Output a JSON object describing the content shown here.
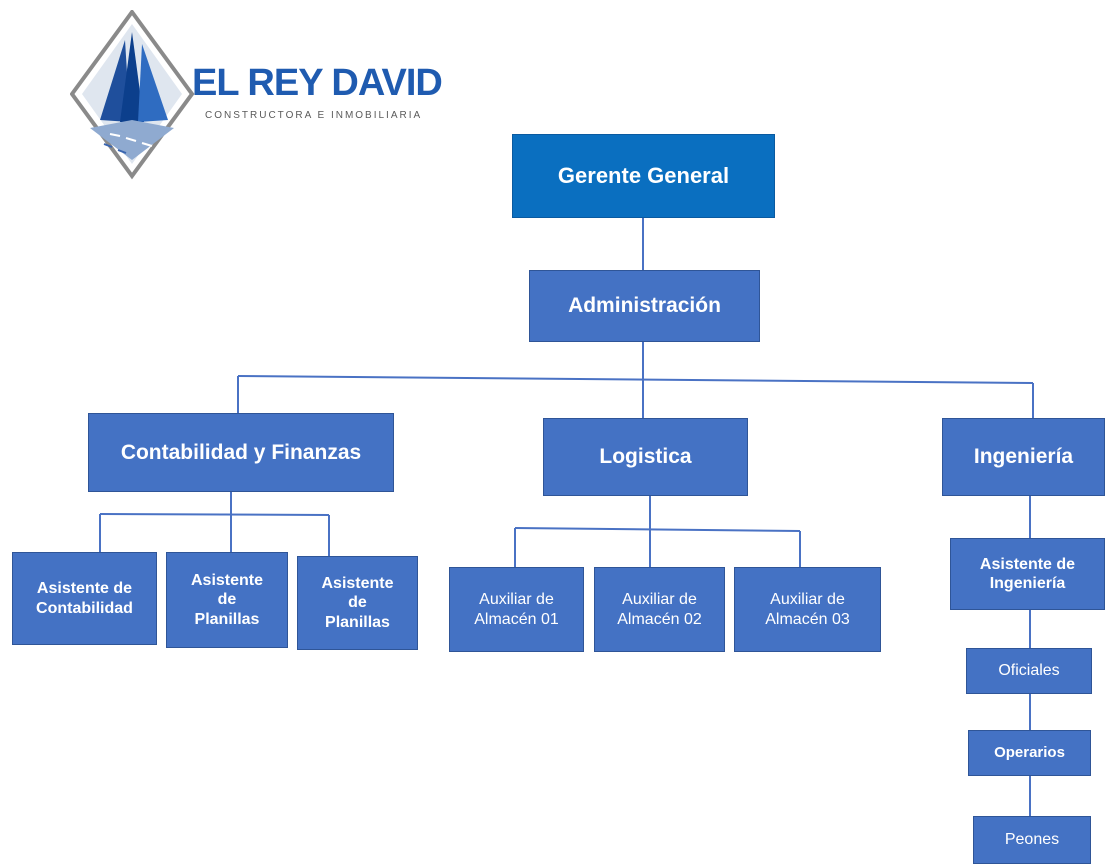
{
  "colors": {
    "box_primary": "#0a6fc0",
    "box": "#4472c4",
    "box_border": "#2f5597",
    "connector": "#4a72c4",
    "brand_blue": "#1f5bb0",
    "logo_gray": "#8a8a8a"
  },
  "logo": {
    "name": "EL REY DAVID",
    "tagline": "CONSTRUCTORA E INMOBILIARIA",
    "icon": "building-diamond-icon"
  },
  "org": {
    "gerente": "Gerente General",
    "administracion": "Administración",
    "departments": {
      "contabilidad": "Contabilidad y Finanzas",
      "logistica": "Logistica",
      "ingenieria": "Ingeniería"
    },
    "contabilidad_staff": [
      "Asistente de\nContabilidad",
      "Asistente\nde\nPlanillas",
      "Asistente\nde\nPlanillas"
    ],
    "logistica_staff": [
      "Auxiliar de\nAlmacén 01",
      "Auxiliar de\nAlmacén 02",
      "Auxiliar de\nAlmacén 03"
    ],
    "ingenieria_staff": [
      "Asistente de\nIngeniería",
      "Oficiales",
      "Operarios",
      "Peones"
    ]
  }
}
